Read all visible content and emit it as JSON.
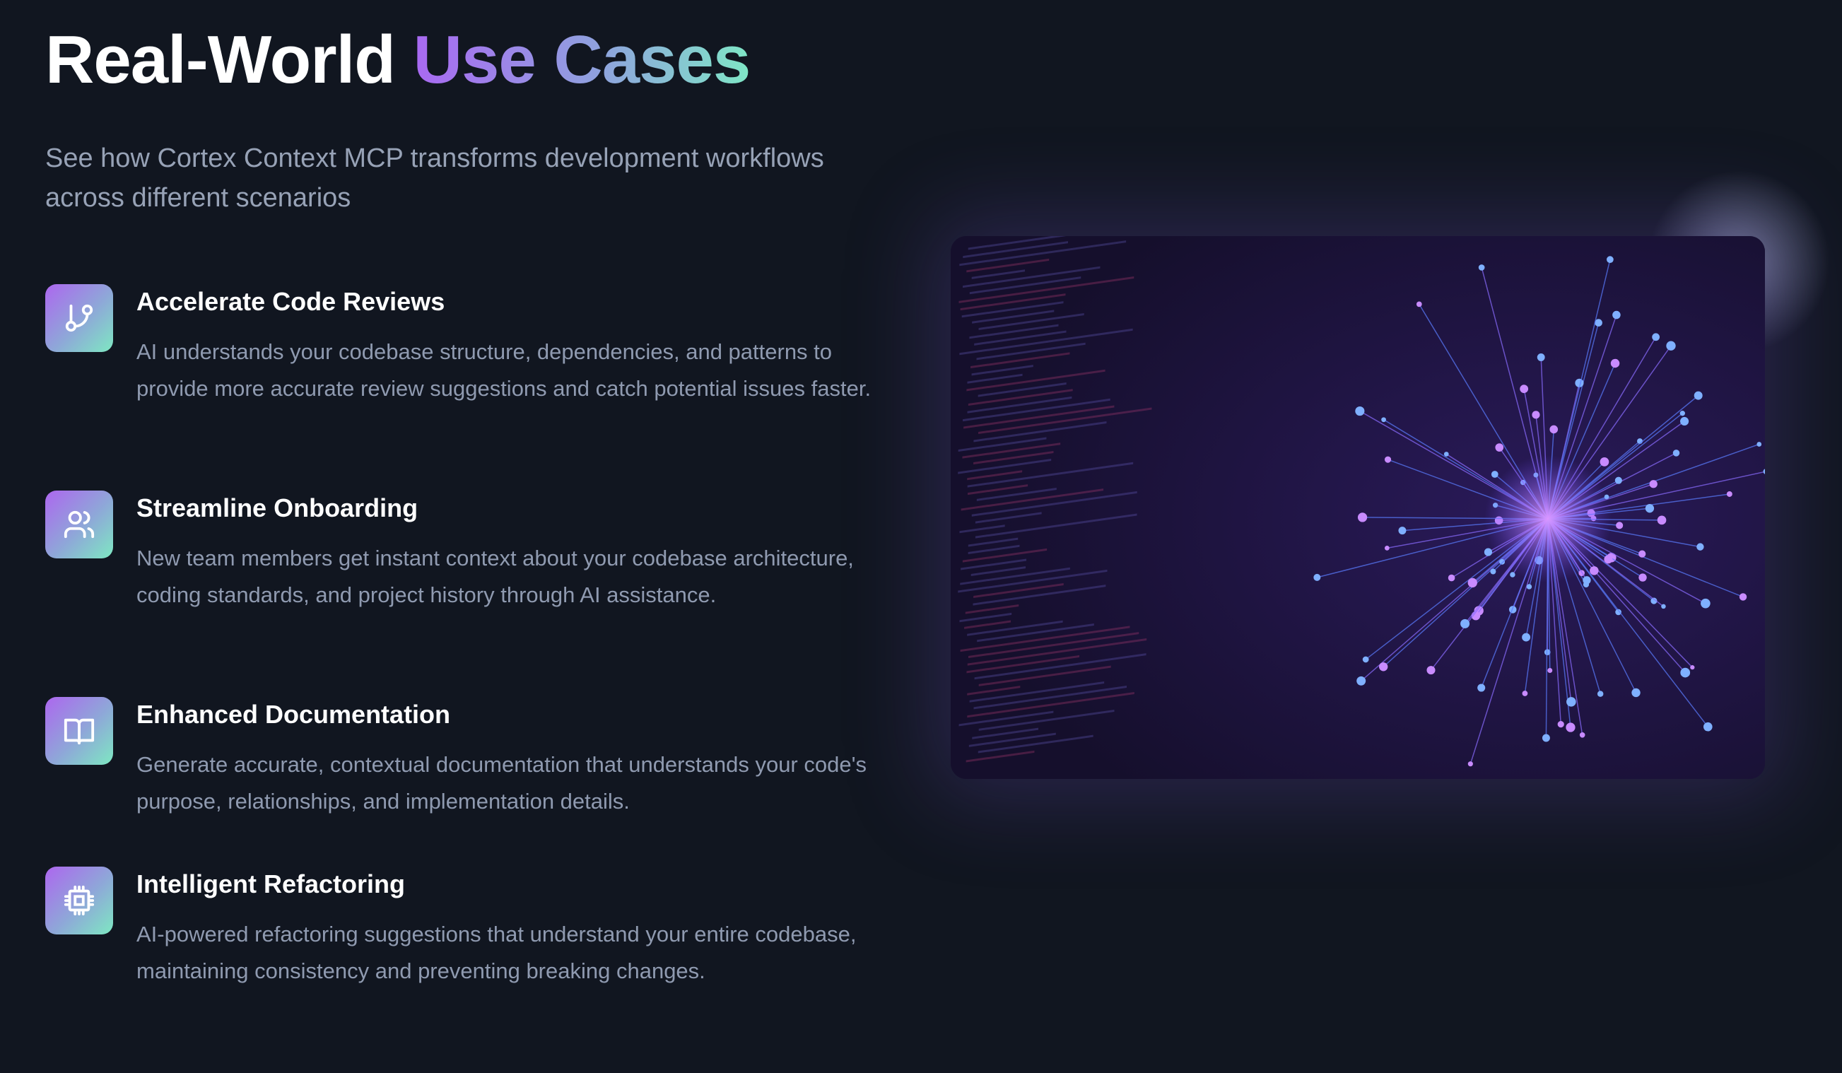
{
  "header": {
    "title_plain": "Real-World ",
    "title_accent": "Use Cases",
    "subtitle": "See how Cortex Context MCP transforms development workflows across different scenarios"
  },
  "items": [
    {
      "icon": "git-branch-icon",
      "title": "Accelerate Code Reviews",
      "description": "AI understands your codebase structure, dependencies, and patterns to provide more accurate review suggestions and catch potential issues faster."
    },
    {
      "icon": "users-icon",
      "title": "Streamline Onboarding",
      "description": "New team members get instant context about your codebase architecture, coding standards, and project history through AI assistance."
    },
    {
      "icon": "book-open-icon",
      "title": "Enhanced Documentation",
      "description": "Generate accurate, contextual documentation that understands your code's purpose, relationships, and implementation details."
    },
    {
      "icon": "cpu-chip-icon",
      "title": "Intelligent Refactoring",
      "description": "AI-powered refactoring suggestions that understand your entire codebase, maintaining consistency and preventing breaking changes."
    }
  ],
  "colors": {
    "background": "#111620",
    "accent_start": "#a969f2",
    "accent_end": "#7fe6c6"
  }
}
